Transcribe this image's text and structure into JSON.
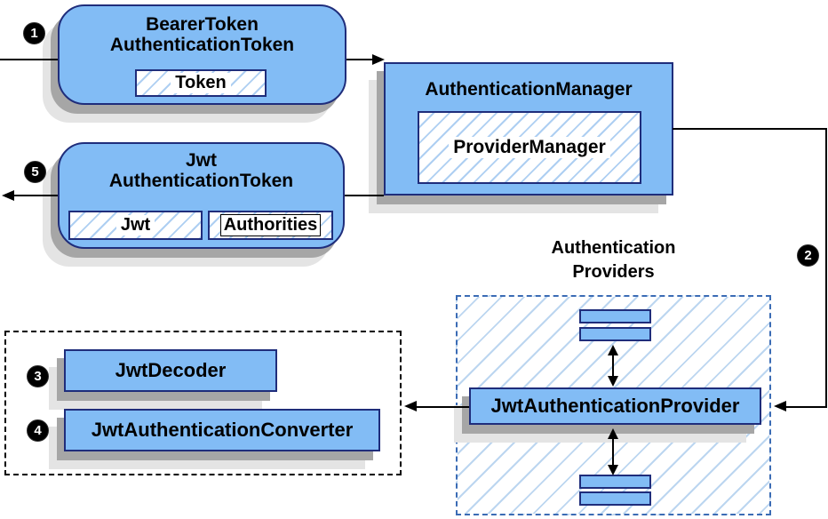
{
  "colors": {
    "node_fill": "#82BCF5",
    "node_border": "#1F2D7B",
    "shadow_dark": "#A6A6A6",
    "shadow_light": "#E4E4E4",
    "hatch_line": "#AECFF2",
    "providers_dashed_border": "#3B6CB5",
    "flow_line": "#000000"
  },
  "badges": [
    {
      "label": "1"
    },
    {
      "label": "2"
    },
    {
      "label": "3"
    },
    {
      "label": "4"
    },
    {
      "label": "5"
    }
  ],
  "nodes": {
    "bearer_token": {
      "title_line1": "BearerToken",
      "title_line2": "AuthenticationToken",
      "token_label": "Token"
    },
    "authentication_manager": {
      "title": "AuthenticationManager",
      "inner_label": "ProviderManager"
    },
    "jwt_authentication_token": {
      "title_line1": "Jwt",
      "title_line2": "AuthenticationToken",
      "jwt_label": "Jwt",
      "authorities_label": "Authorities"
    },
    "authentication_providers": {
      "title_line1": "Authentication",
      "title_line2": "Providers",
      "provider_label": "JwtAuthenticationProvider"
    },
    "decoder_group": {
      "decoder_label": "JwtDecoder",
      "converter_label": "JwtAuthenticationConverter"
    }
  }
}
